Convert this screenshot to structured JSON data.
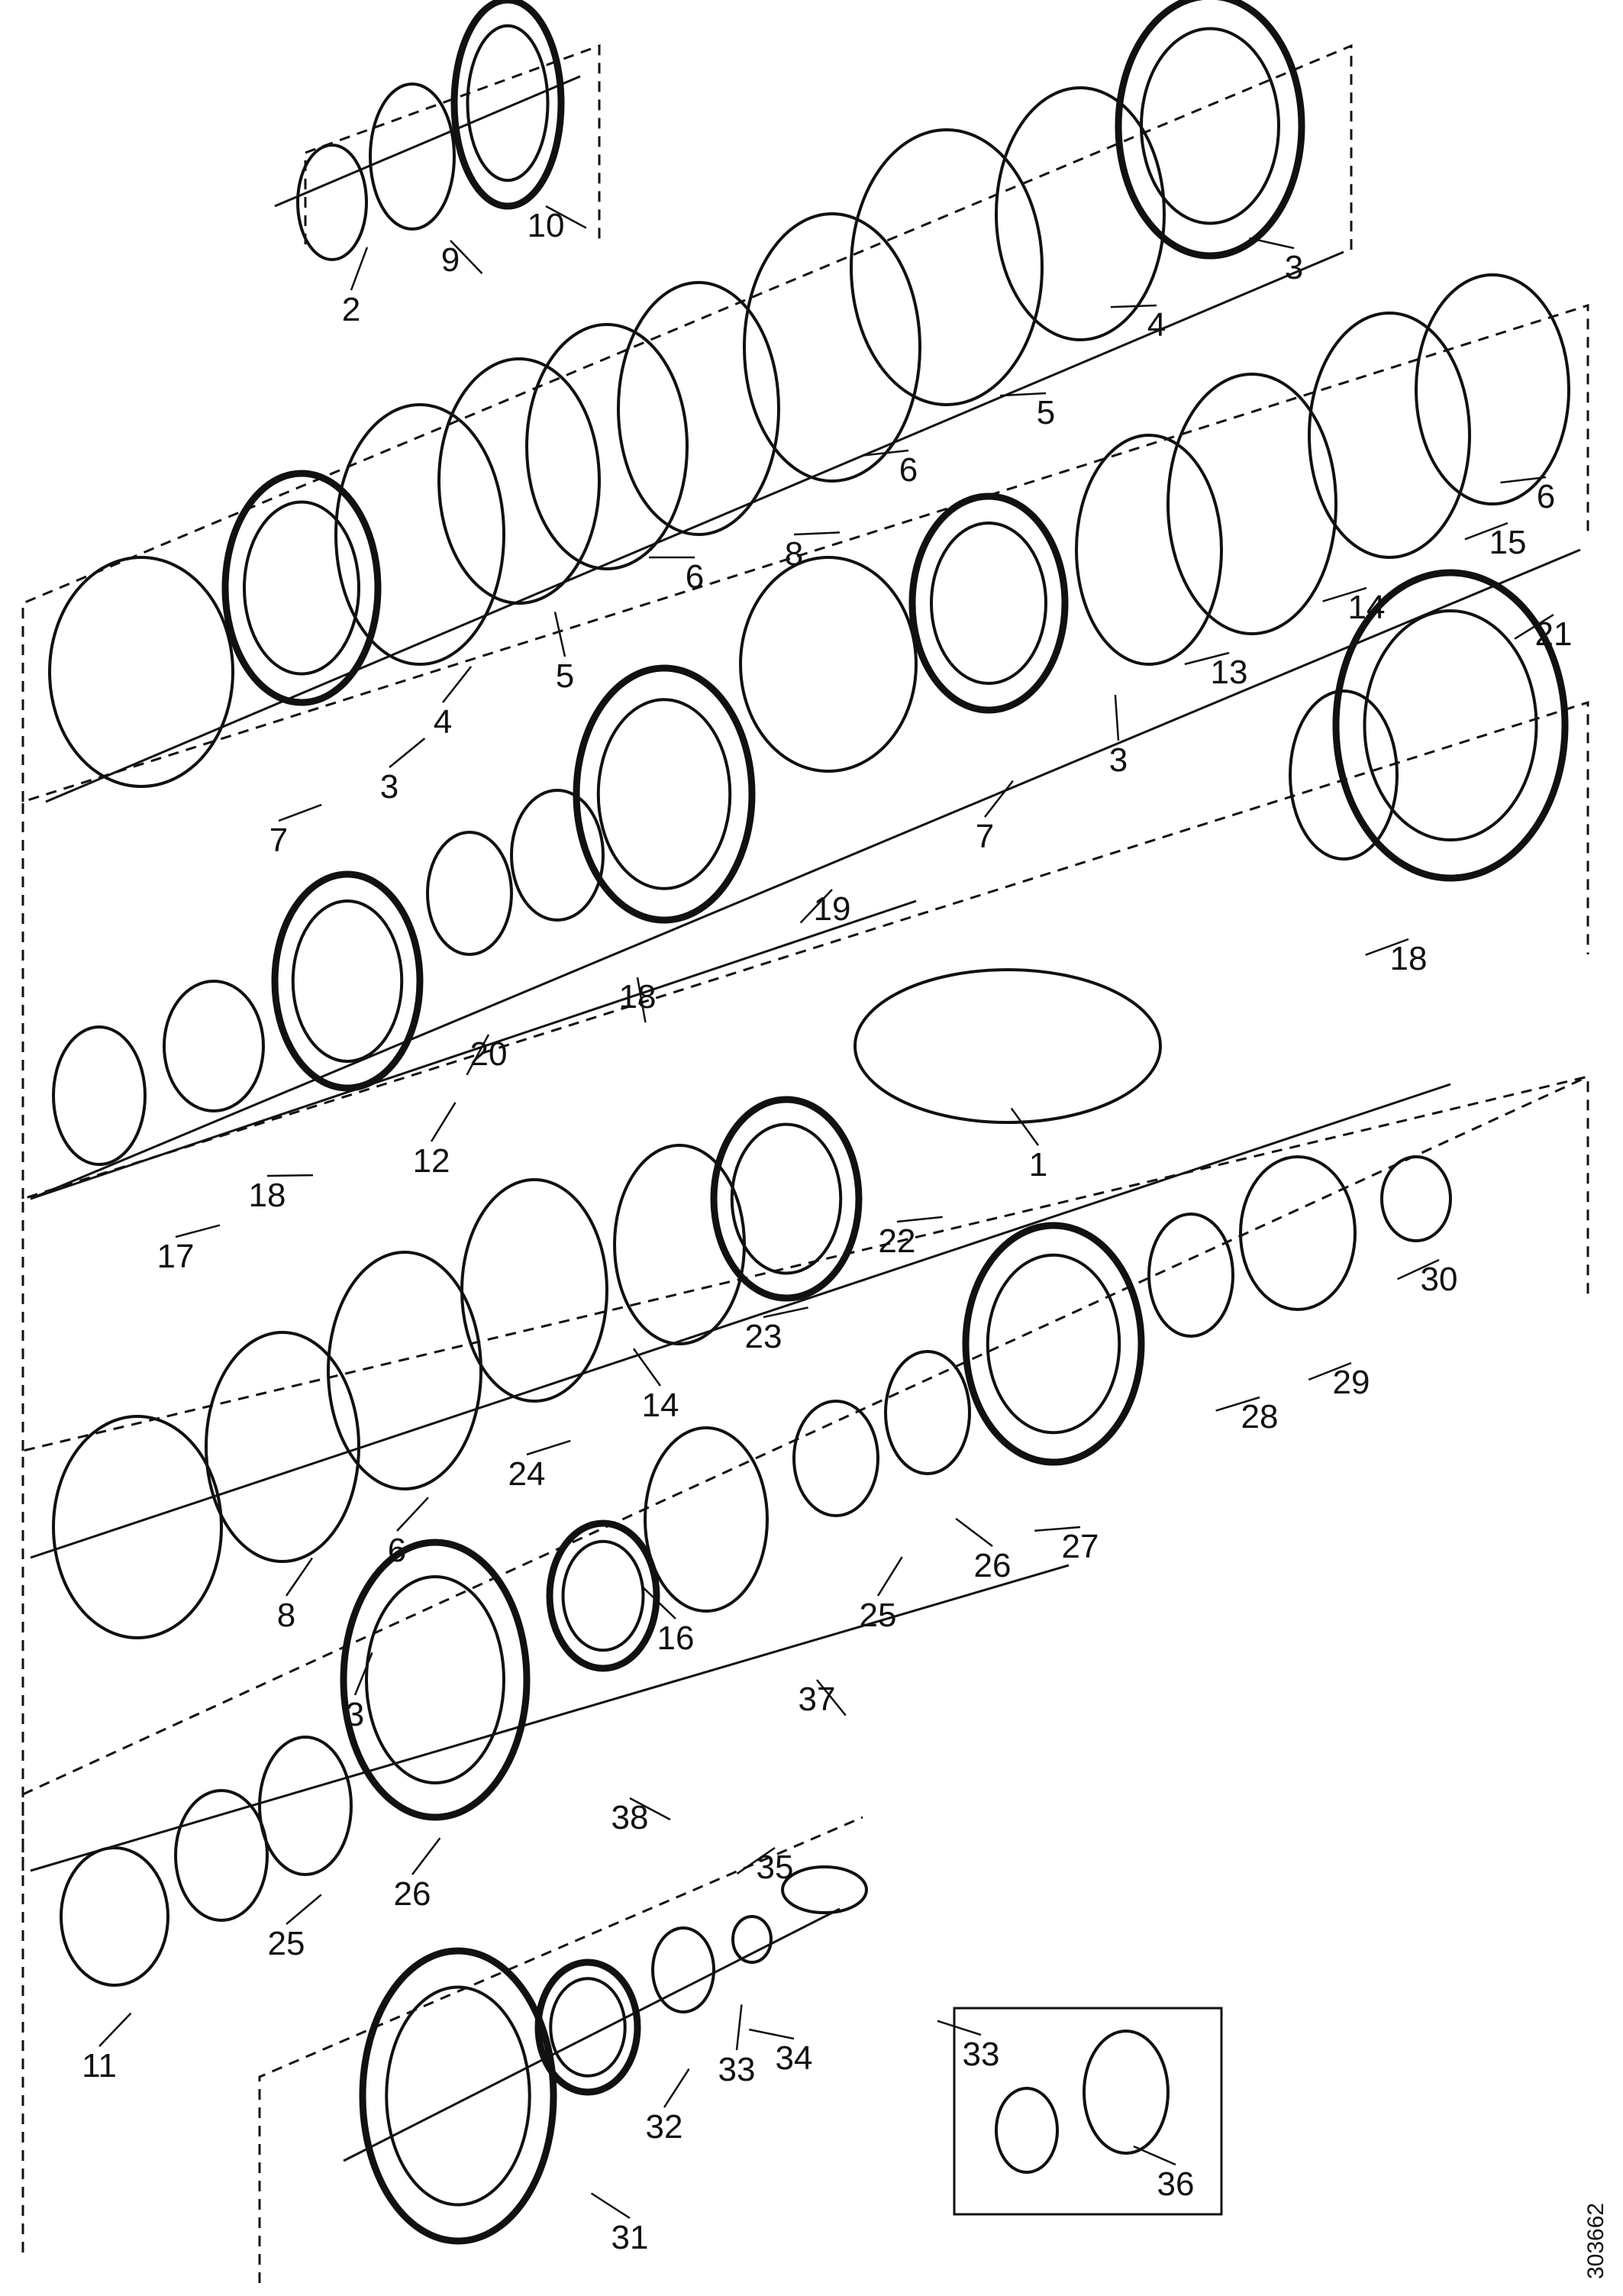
{
  "diagram": {
    "reference_code": "303662",
    "labels": [
      "1",
      "2",
      "3",
      "3",
      "3",
      "3",
      "4",
      "4",
      "5",
      "5",
      "6",
      "6",
      "6",
      "6",
      "7",
      "7",
      "8",
      "8",
      "9",
      "10",
      "11",
      "12",
      "13",
      "14",
      "14",
      "15",
      "16",
      "17",
      "18",
      "18",
      "18",
      "19",
      "20",
      "21",
      "22",
      "23",
      "24",
      "25",
      "25",
      "26",
      "26",
      "27",
      "28",
      "29",
      "30",
      "31",
      "32",
      "33",
      "33",
      "34",
      "35",
      "36",
      "37",
      "38"
    ]
  }
}
